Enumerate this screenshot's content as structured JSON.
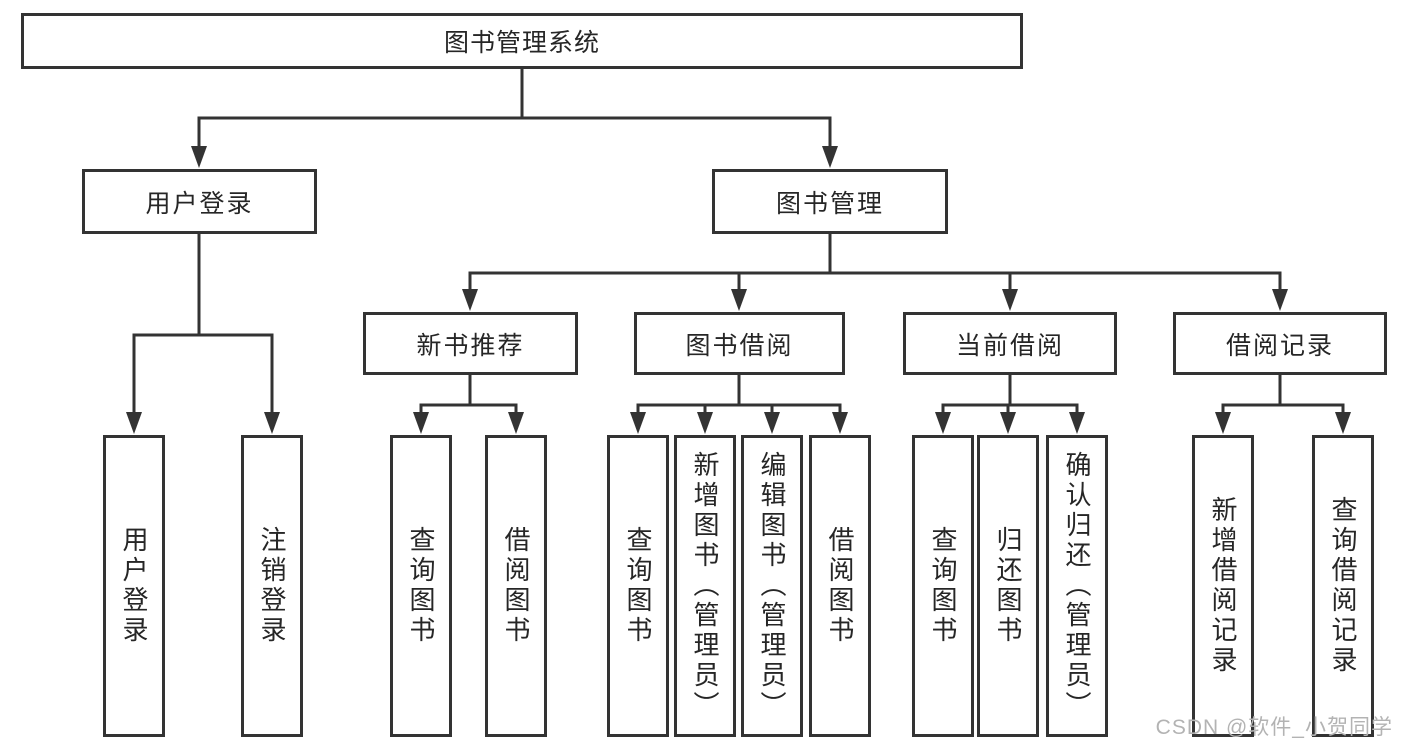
{
  "title": "图书管理系统",
  "tree": {
    "root": {
      "label": "图书管理系统"
    },
    "branches": [
      {
        "label": "用户登录",
        "children": [
          {
            "label": "用户登录"
          },
          {
            "label": "注销登录"
          }
        ]
      },
      {
        "label": "图书管理",
        "children": [
          {
            "label": "新书推荐",
            "children": [
              {
                "label": "查询图书"
              },
              {
                "label": "借阅图书"
              }
            ]
          },
          {
            "label": "图书借阅",
            "children": [
              {
                "label": "查询图书"
              },
              {
                "label": "新增图书（管理员）"
              },
              {
                "label": "编辑图书（管理员）"
              },
              {
                "label": "借阅图书"
              }
            ]
          },
          {
            "label": "当前借阅",
            "children": [
              {
                "label": "查询图书"
              },
              {
                "label": "归还图书"
              },
              {
                "label": "确认归还（管理员）"
              }
            ]
          },
          {
            "label": "借阅记录",
            "children": [
              {
                "label": "新增借阅记录"
              },
              {
                "label": "查询借阅记录"
              }
            ]
          }
        ]
      }
    ]
  },
  "watermark": {
    "text": "CSDN @软件_小贺同学"
  },
  "colors": {
    "line": "#333333",
    "text": "#262626",
    "box_background": "#ffffff",
    "page_background": "#ffffff",
    "watermark": "#b3b3b3"
  }
}
